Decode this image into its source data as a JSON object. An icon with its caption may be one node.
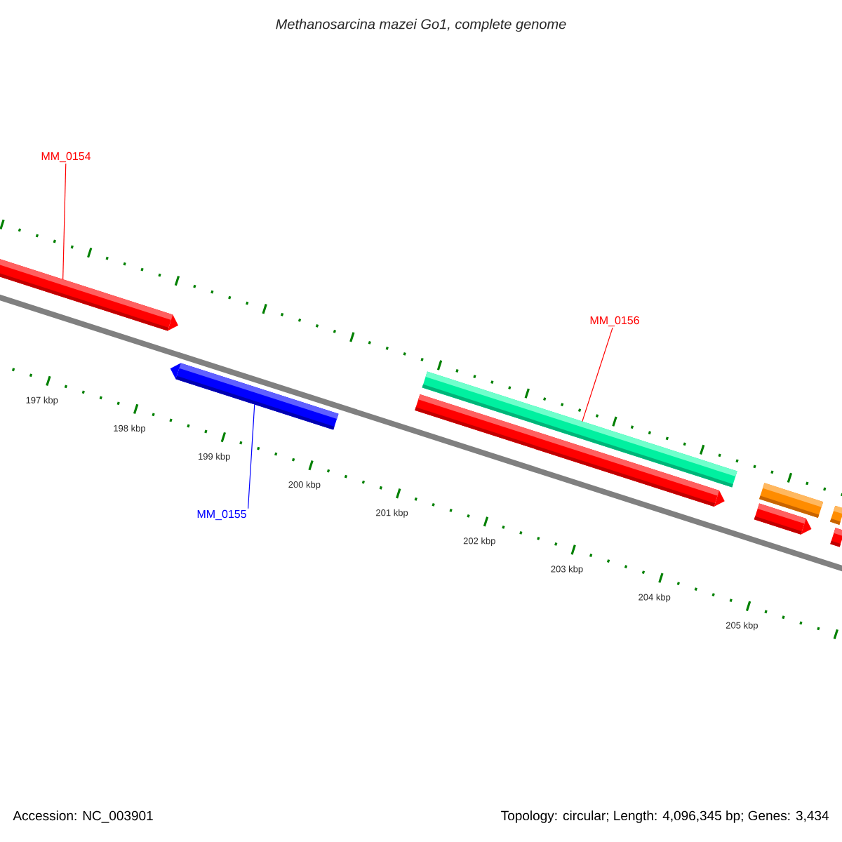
{
  "diagram": {
    "title": "Methanosarcina mazei Go1, complete genome",
    "nodes": [
      {
        "text": [
          "MM_0154"
        ]
      },
      {
        "text": [
          "MM_0156"
        ]
      },
      {
        "text": [
          "MM_0155"
        ]
      },
      {
        "text": [],
        "shape": "bar"
      },
      {
        "text": [],
        "shape": "bar"
      },
      {
        "text": [],
        "shape": "bar"
      },
      {
        "text": [],
        "shape": "bar"
      },
      {
        "text": [],
        "shape": "bar"
      },
      {
        "text": [],
        "shape": "bar"
      },
      {
        "text": [],
        "shape": "bar"
      },
      {
        "text": [],
        "shape": "bar"
      }
    ],
    "edges": [
      {
        "from": 0,
        "to": 3,
        "arrow": "none",
        "color": "#ff0000"
      },
      {
        "from": 1,
        "to": 5,
        "arrow": "none",
        "color": "#ff0000"
      },
      {
        "from": 2,
        "to": 4,
        "arrow": "none",
        "color": "#0000ff"
      }
    ],
    "labels": [
      "197 kbp",
      "198 kbp",
      "199 kbp",
      "200 kbp",
      "201 kbp",
      "202 kbp",
      "203 kbp",
      "204 kbp",
      "205 kbp",
      "Accession: NC_003901",
      "Topology: circular; Length: 4,096,345 bp; Genes: 3,434"
    ]
  }
}
